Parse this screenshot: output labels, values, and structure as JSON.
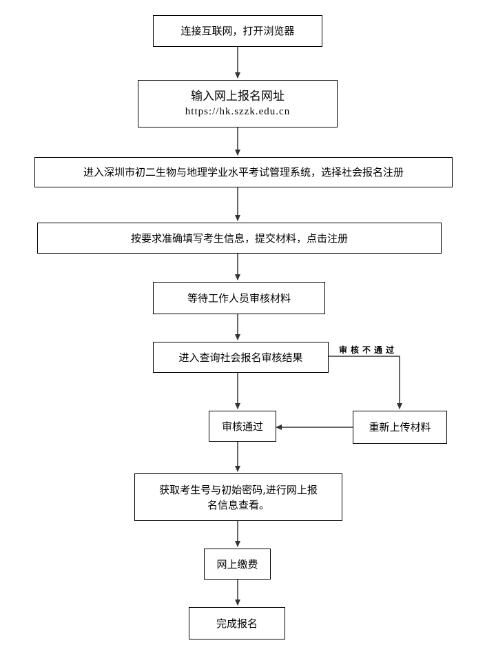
{
  "steps": {
    "s1": "连接互联网，打开浏览器",
    "s2_title": "输入网上报名网址",
    "s2_url": "https://hk.szzk.edu.cn",
    "s3": "进入深圳市初二生物与地理学业水平考试管理系统，选择社会报名注册",
    "s4": "按要求准确填写考生信息，提交材料，点击注册",
    "s5": "等待工作人员审核材料",
    "s6": "进入查询社会报名审核结果",
    "s7": "审核通过",
    "s8": "重新上传材料",
    "s9_line1": "获取考生号与初始密码,进行网上报",
    "s9_line2": "名信息查看。",
    "s10": "网上缴费",
    "s11": "完成报名"
  },
  "edges": {
    "reject_label": "审核不通过"
  }
}
